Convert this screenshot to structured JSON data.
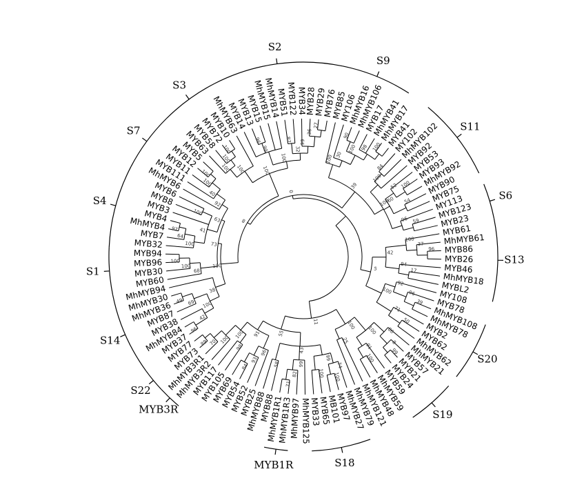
{
  "leaves": [
    "MYB37",
    "MhMYB84",
    "MYB38",
    "MYB87",
    "MhMYB36",
    "MhMYB30",
    "MhMYB94",
    "MYB60",
    "MYB30",
    "MYB96",
    "MYB94",
    "MYB32",
    "MYB7",
    "MhMYB4",
    "MYB4",
    "MYB3",
    "MYB8",
    "MYB6",
    "MhMYB6",
    "MYB111",
    "MYB11",
    "MYB12",
    "MYB5",
    "MYB63",
    "MYB58",
    "MYB72",
    "MYB10",
    "MhMYB63",
    "MYB14",
    "MYB13",
    "MYB15",
    "MhMYB15",
    "MhMYB14",
    "MYB51",
    "MYB122",
    "MYB34",
    "MYB28",
    "MYB29",
    "MYB76",
    "MYB85",
    "MY106",
    "MhMYB16",
    "MhMYB106",
    "MYB17",
    "MhMYB41",
    "MhMYB17",
    "MYB41",
    "MY102",
    "MhMYB102",
    "MYB92",
    "MYB53",
    "MYB93",
    "MhMYB92",
    "MYB90",
    "MYB75",
    "MY113",
    "MYB123",
    "MYB23",
    "MYB61",
    "MhMYB61",
    "MYB86",
    "MYB26",
    "MYB46",
    "MhMYB18",
    "MYBL2",
    "MY108",
    "MYB78",
    "MhMYB108",
    "MhMYB78",
    "MYB2",
    "MYB62",
    "MhMYB62",
    "MhMYB21",
    "MYB57",
    "MYB21",
    "MYB24",
    "MYB59",
    "MhMYB59",
    "MhMYB48",
    "MhMYB121",
    "MhMYB79",
    "MhMYB27",
    "MYB97",
    "MB101",
    "MYB65",
    "MYB33",
    "MhMYB125",
    "MhMYB97",
    "MhMYB1R3",
    "MhMYB1R1",
    "MYB88",
    "MhMYB88",
    "MYB25",
    "MYB52",
    "MYB54",
    "MYB69",
    "MYB105",
    "MYB117",
    "MhMYB3R2",
    "MhMYB3R1",
    "MYB73",
    "MYB77"
  ],
  "bootstrap": [
    "96",
    "49",
    "97",
    "100",
    "27",
    "100",
    "99",
    "89",
    "100",
    "100",
    "90",
    "96",
    "71",
    "64",
    "100",
    "96",
    "36",
    "98",
    "100",
    "39",
    "8",
    "100",
    "84",
    "70",
    "69",
    "100",
    "50",
    "100",
    "42",
    "100",
    "100",
    "87",
    "100",
    "84",
    "54",
    "59",
    "37",
    "100",
    "82",
    "100",
    "100",
    "99",
    "99",
    "52",
    "96",
    "86",
    "74",
    "93",
    "100",
    "40",
    "17",
    "91",
    "58",
    "98",
    "100",
    "68",
    "100",
    "32",
    "30",
    "100",
    "96",
    "100",
    "71",
    "99",
    "41",
    "60",
    "99",
    "96",
    "92",
    "100",
    "100",
    "94",
    "92",
    "100",
    "100",
    "38",
    "100",
    "63",
    "100",
    "25",
    "43",
    "73",
    "100",
    "91",
    "100",
    "39",
    "42",
    "100",
    "55",
    "5",
    "8",
    "0",
    "11"
  ],
  "subfamilies": [
    "S1",
    "S2",
    "S3",
    "S4",
    "S6",
    "S7",
    "S9",
    "S11",
    "S13",
    "S14",
    "S18",
    "S19",
    "S20",
    "S22",
    "MYB1R",
    "MYB3R"
  ]
}
